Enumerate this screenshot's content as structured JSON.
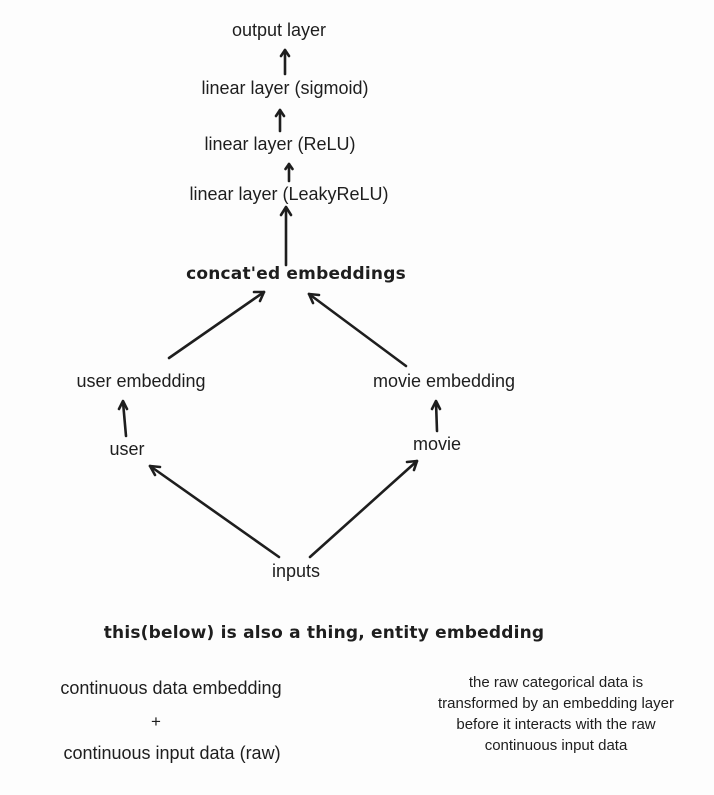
{
  "diagram": {
    "nodes": {
      "output_layer": "output layer",
      "linear_sigmoid": "linear layer (sigmoid)",
      "linear_relu": "linear layer (ReLU)",
      "linear_leaky": "linear layer (LeakyReLU)",
      "concat": "concat'ed embeddings",
      "user_embedding": "user embedding",
      "movie_embedding": "movie embedding",
      "user": "user",
      "movie": "movie",
      "inputs": "inputs"
    },
    "section_title": "this(below) is also a thing, entity embedding",
    "continuous": {
      "embedding": "continuous data embedding",
      "plus": "+",
      "raw": "continuous input data (raw)"
    },
    "note_lines": [
      "the raw categorical data is",
      "transformed by an embedding layer",
      "before it interacts with the raw",
      "continuous input data"
    ]
  }
}
